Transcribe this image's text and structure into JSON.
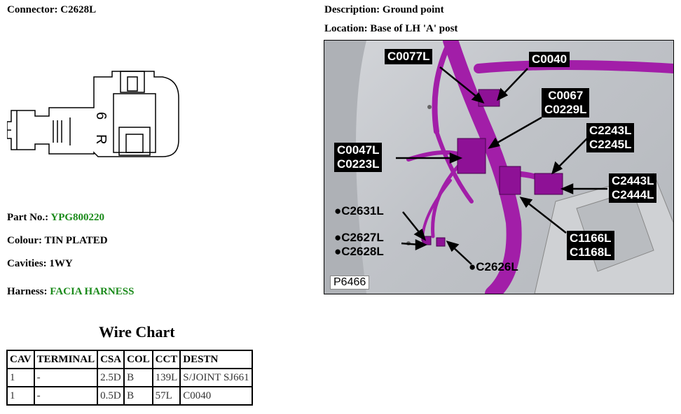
{
  "connector": {
    "label": "Connector:",
    "value": "C2628L"
  },
  "description": {
    "label": "Description:",
    "value": "Ground point"
  },
  "location": {
    "label": "Location:",
    "value": "Base of LH 'A' post"
  },
  "part_no": {
    "label": "Part No.:",
    "value": "YPG800220"
  },
  "colour": {
    "label": "Colour:",
    "value": "TIN PLATED"
  },
  "cavities": {
    "label": "Cavities:",
    "value": "1WY"
  },
  "harness": {
    "label": "Harness:",
    "value": "FACIA HARNESS"
  },
  "connector_drawing": {
    "marking_1": "6",
    "marking_2": "R"
  },
  "wire_chart": {
    "title": "Wire Chart",
    "headers": [
      "CAV",
      "TERMINAL",
      "CSA",
      "COL",
      "CCT",
      "DESTN"
    ],
    "rows": [
      [
        "1",
        "-",
        "2.5D",
        "B",
        "139L",
        "S/JOINT SJ661"
      ],
      [
        "1",
        "-",
        "0.5D",
        "B",
        "57L",
        "C0040"
      ]
    ]
  },
  "photo": {
    "id": "P6466",
    "callouts": {
      "c0077l": "C0077L",
      "c0040": "C0040",
      "c0067": "C0067\nC0229L",
      "c2243": "C2243L\nC2245L",
      "c0047": "C0047L\nC0223L",
      "c2443": "C2443L\nC2444L",
      "c2631": "●C2631L",
      "c2627": "●C2627L\n●C2628L",
      "c1166": "C1166L\nC1168L",
      "c2626": "●C2626L"
    }
  },
  "colors": {
    "harness_purple": "#a21ea8",
    "green_text": "#1a8a1a"
  }
}
